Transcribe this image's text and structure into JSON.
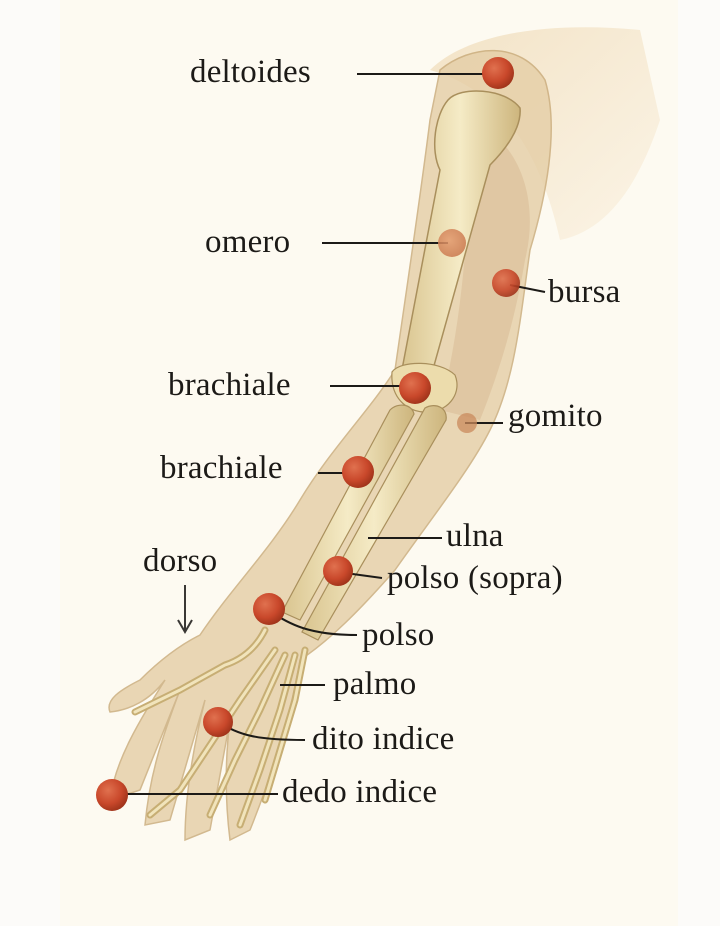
{
  "diagram": {
    "subject": "arm-anatomy",
    "colors": {
      "background_outer": "#fcfbf9",
      "background_panel": "#fdfaf1",
      "skin": "#e6cfa8",
      "bone": "#efe0b0",
      "marker": "#c9482b",
      "text": "#1c1a17"
    },
    "labels": [
      {
        "id": "deltoides",
        "text": "deltoides"
      },
      {
        "id": "omero",
        "text": "omero"
      },
      {
        "id": "bursa",
        "text": "bursa"
      },
      {
        "id": "brachiale_upper",
        "text": "brachiale"
      },
      {
        "id": "gomito",
        "text": "gomito"
      },
      {
        "id": "brachiale_lower",
        "text": "brachiale"
      },
      {
        "id": "ulna",
        "text": "ulna"
      },
      {
        "id": "dorso",
        "text": "dorso"
      },
      {
        "id": "polso_sopra",
        "text": "polso (sopra)"
      },
      {
        "id": "polso",
        "text": "polso"
      },
      {
        "id": "palmo",
        "text": "palmo"
      },
      {
        "id": "dito_indice",
        "text": "dito indice"
      },
      {
        "id": "dedo_indice",
        "text": "dedo indice"
      }
    ]
  }
}
